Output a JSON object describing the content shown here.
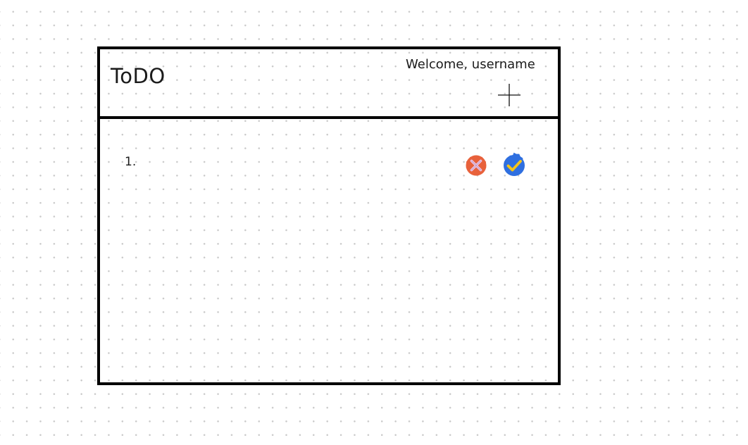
{
  "header": {
    "title": "ToDO",
    "welcome_text": "Welcome, username"
  },
  "toolbar": {
    "add_icon": "plus-icon"
  },
  "todo_list": {
    "items": [
      {
        "number": "1.",
        "delete_icon": "badge-x-icon",
        "complete_icon": "badge-check-icon"
      }
    ]
  },
  "colors": {
    "border": "#000000",
    "delete_badge": "#E8613B",
    "delete_cross": "#E7C3E6",
    "complete_badge": "#2F6FE0",
    "complete_check": "#F5C518",
    "grid_dot": "#C9C9C9"
  }
}
